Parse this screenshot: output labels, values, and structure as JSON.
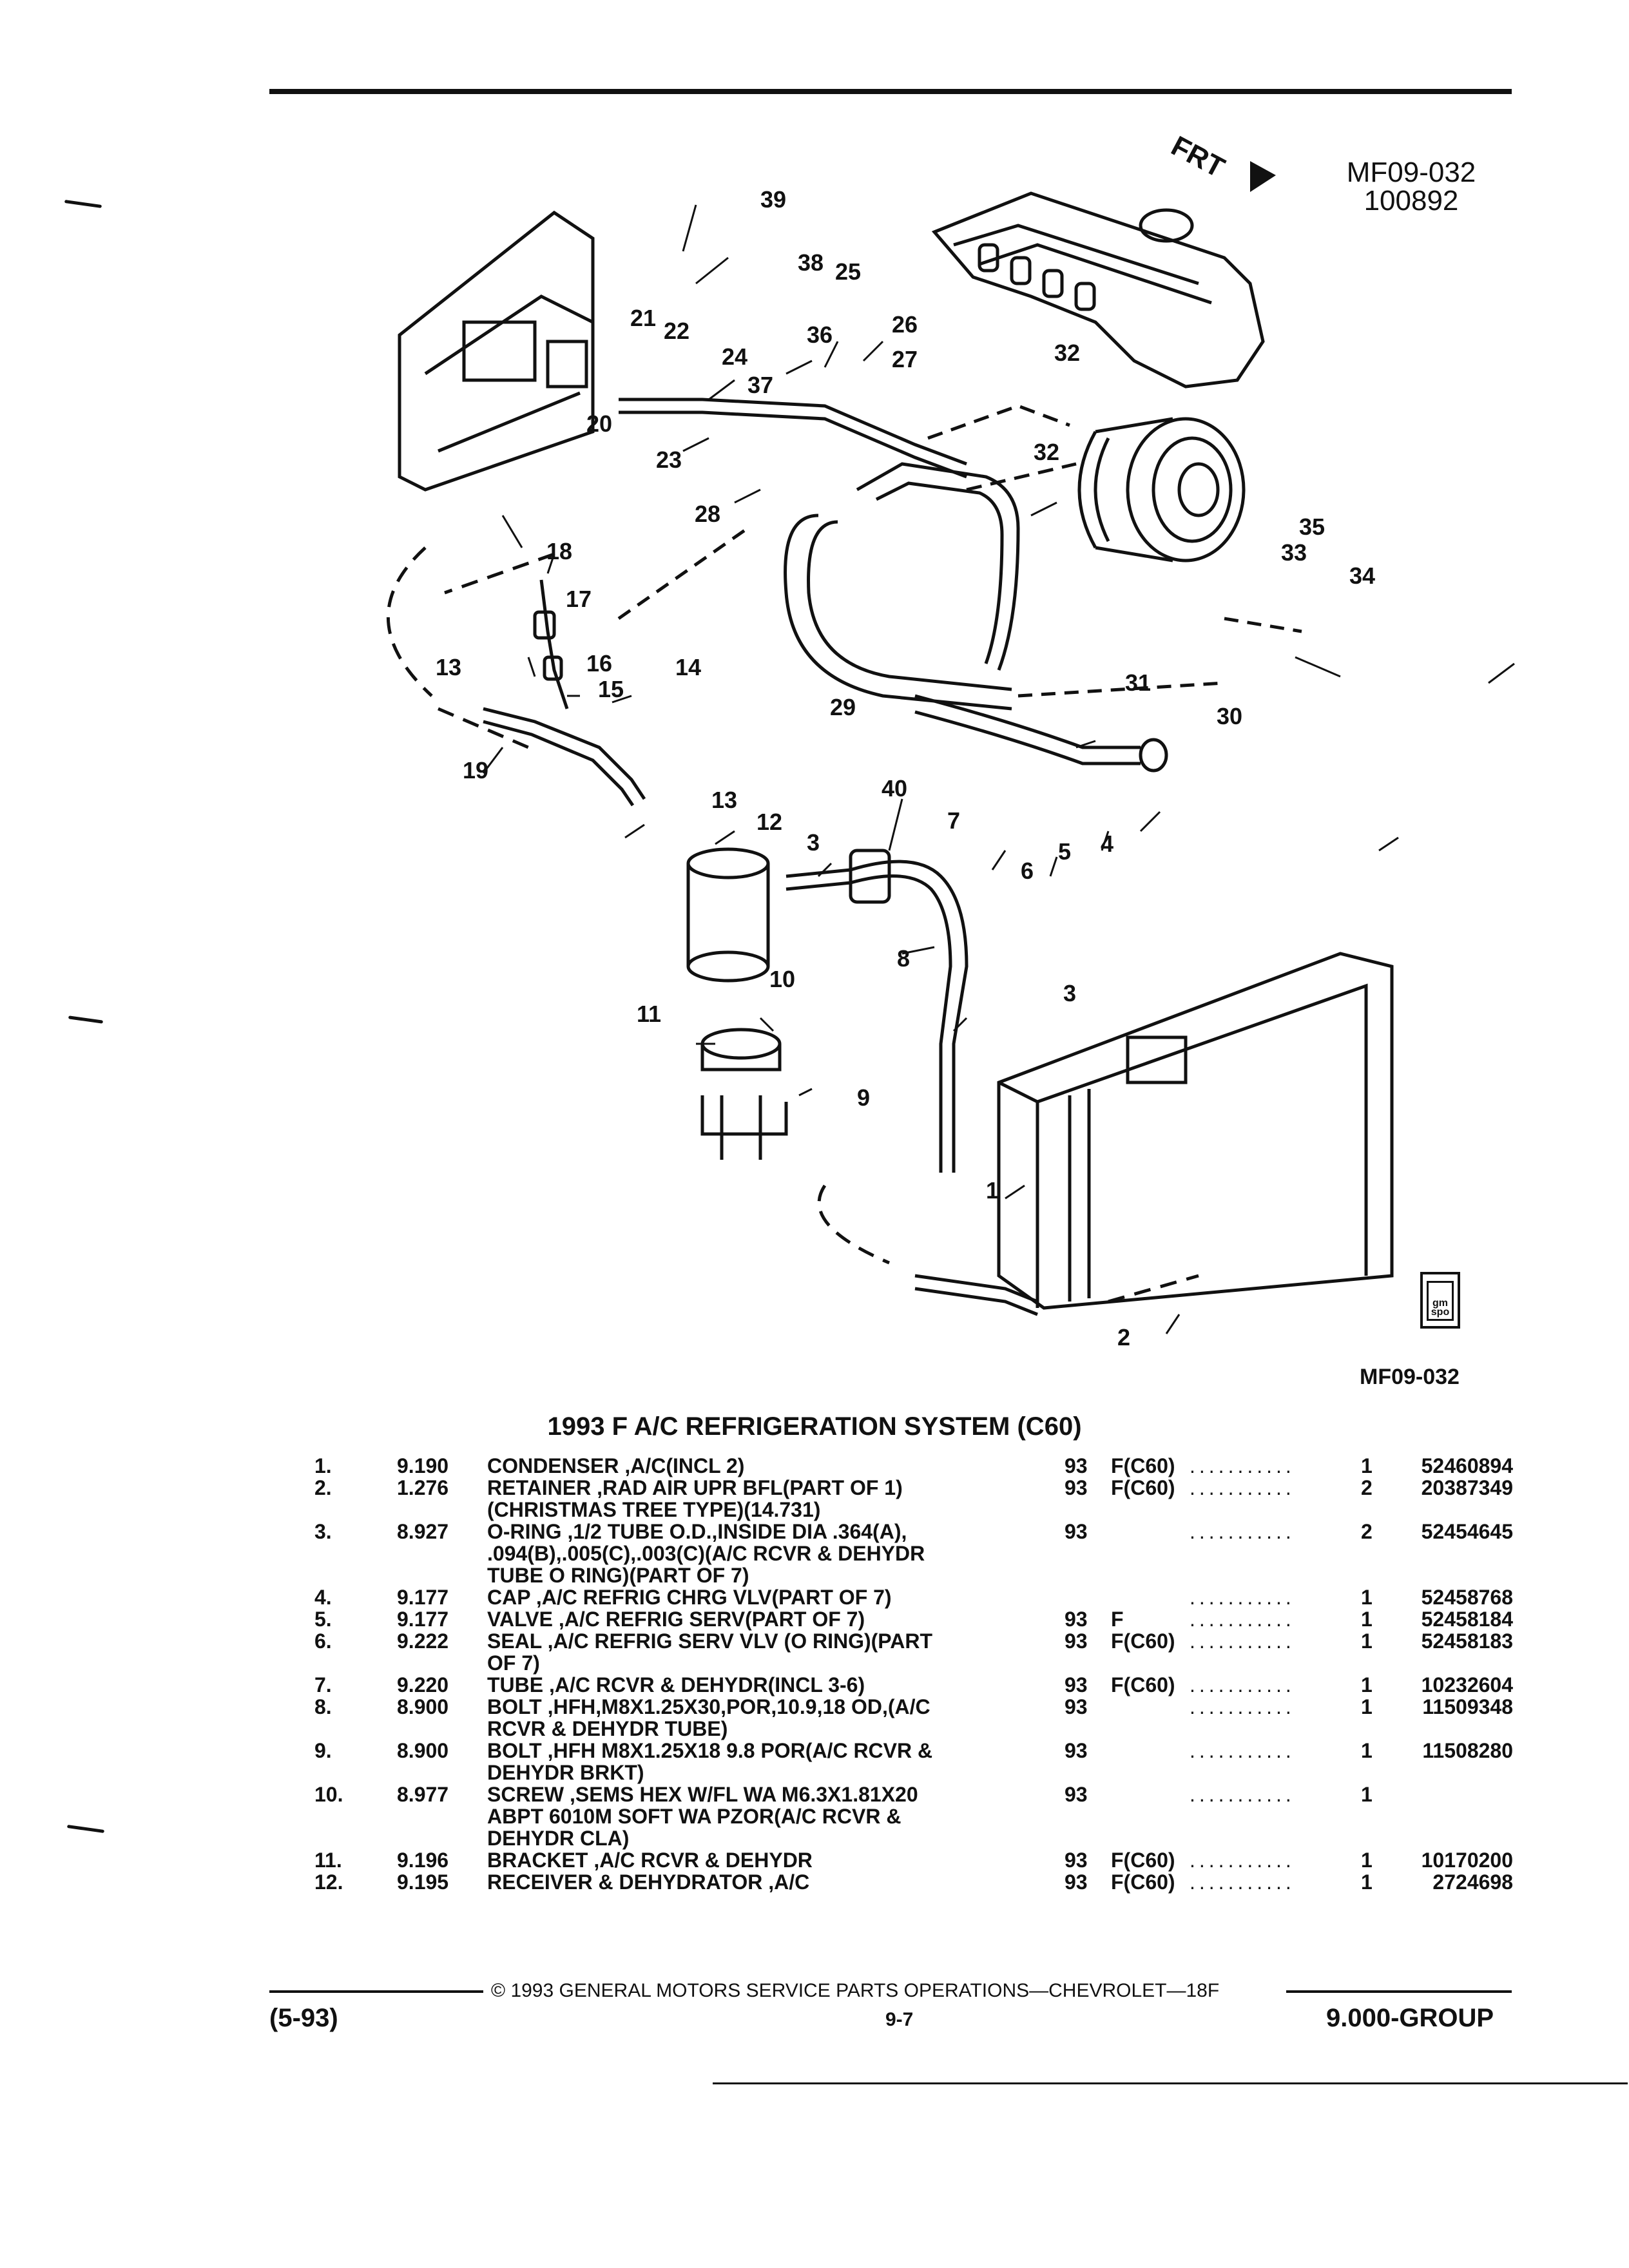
{
  "figure": {
    "id_top": "MF09-032",
    "code": "100892",
    "id_bottom": "MF09-032",
    "frt_label": "FRT",
    "logo_text": "gm spo",
    "callouts": [
      "39",
      "38",
      "25",
      "26",
      "27",
      "36",
      "37",
      "21",
      "22",
      "24",
      "20",
      "23",
      "32",
      "32",
      "28",
      "35",
      "33",
      "34",
      "18",
      "17",
      "16",
      "15",
      "14",
      "13",
      "19",
      "29",
      "31",
      "30",
      "13",
      "12",
      "3",
      "40",
      "7",
      "6",
      "5",
      "4",
      "8",
      "3",
      "10",
      "11",
      "9",
      "1",
      "2"
    ]
  },
  "table": {
    "title": "1993 F A/C REFRIGERATION SYSTEM (C60)",
    "rows": [
      {
        "no": "1.",
        "grp": "9.190",
        "name": "CONDENSER",
        "desc": " ,A/C(INCL 2)",
        "yr": "93",
        "model": "F(C60)",
        "qty": "1",
        "pn": "52460894"
      },
      {
        "no": "2.",
        "grp": "1.276",
        "name": "RETAINER",
        "desc": " ,RAD AIR UPR BFL(PART OF 1)\n(CHRISTMAS TREE TYPE)(14.731)",
        "yr": "93",
        "model": "F(C60)",
        "qty": "2",
        "pn": "20387349"
      },
      {
        "no": "3.",
        "grp": "8.927",
        "name": "O-RING",
        "desc": " ,1/2 TUBE O.D.,INSIDE DIA .364(A),\n.094(B),.005(C),.003(C)(A/C RCVR & DEHYDR\nTUBE O RING)(PART OF 7)",
        "yr": "93",
        "model": "",
        "qty": "2",
        "pn": "52454645"
      },
      {
        "no": "4.",
        "grp": "9.177",
        "name": "CAP",
        "desc": " ,A/C REFRIG CHRG VLV(PART OF 7)",
        "yr": "",
        "model": "",
        "qty": "1",
        "pn": "52458768"
      },
      {
        "no": "5.",
        "grp": "9.177",
        "name": "VALVE",
        "desc": " ,A/C REFRIG SERV(PART OF 7)",
        "yr": "93",
        "model": "F",
        "qty": "1",
        "pn": "52458184"
      },
      {
        "no": "6.",
        "grp": "9.222",
        "name": "SEAL",
        "desc": " ,A/C REFRIG SERV VLV (O RING)(PART\nOF 7)",
        "yr": "93",
        "model": "F(C60)",
        "qty": "1",
        "pn": "52458183"
      },
      {
        "no": "7.",
        "grp": "9.220",
        "name": "TUBE",
        "desc": " ,A/C RCVR & DEHYDR(INCL 3-6)",
        "yr": "93",
        "model": "F(C60)",
        "qty": "1",
        "pn": "10232604"
      },
      {
        "no": "8.",
        "grp": "8.900",
        "name": "BOLT",
        "desc": " ,HFH,M8X1.25X30,POR,10.9,18 OD,(A/C\nRCVR & DEHYDR TUBE)",
        "yr": "93",
        "model": "",
        "qty": "1",
        "pn": "11509348"
      },
      {
        "no": "9.",
        "grp": "8.900",
        "name": "BOLT",
        "desc": " ,HFH M8X1.25X18 9.8 POR(A/C RCVR &\nDEHYDR BRKT)",
        "yr": "93",
        "model": "",
        "qty": "1",
        "pn": "11508280"
      },
      {
        "no": "10.",
        "grp": "8.977",
        "name": "SCREW",
        "desc": " ,SEMS HEX W/FL WA M6.3X1.81X20\nABPT 6010M SOFT WA PZOR(A/C RCVR &\nDEHYDR CLA)",
        "yr": "93",
        "model": "",
        "qty": "1",
        "pn": ""
      },
      {
        "no": "11.",
        "grp": "9.196",
        "name": "BRACKET",
        "desc": " ,A/C RCVR & DEHYDR",
        "yr": "93",
        "model": "F(C60)",
        "qty": "1",
        "pn": "10170200"
      },
      {
        "no": "12.",
        "grp": "9.195",
        "name": "RECEIVER & DEHYDRATOR",
        "desc": " ,A/C",
        "yr": "93",
        "model": "F(C60)",
        "qty": "1",
        "pn": "2724698"
      }
    ]
  },
  "footer": {
    "copyright": "© 1993 GENERAL MOTORS SERVICE PARTS OPERATIONS—CHEVROLET—18F",
    "date": "(5-93)",
    "page": "9-7",
    "group": "9.000-GROUP"
  }
}
